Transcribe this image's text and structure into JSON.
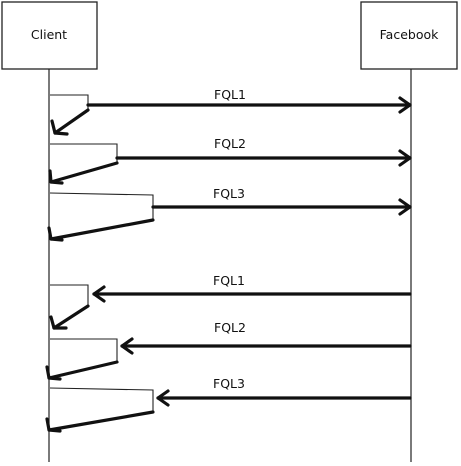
{
  "participants": {
    "client": "Client",
    "facebook": "Facebook"
  },
  "messages": [
    {
      "label": "FQL1",
      "direction": "client-to-facebook"
    },
    {
      "label": "FQL2",
      "direction": "client-to-facebook"
    },
    {
      "label": "FQL3",
      "direction": "client-to-facebook"
    },
    {
      "label": "FQL1",
      "direction": "facebook-to-client"
    },
    {
      "label": "FQL2",
      "direction": "facebook-to-client"
    },
    {
      "label": "FQL3",
      "direction": "facebook-to-client"
    }
  ]
}
